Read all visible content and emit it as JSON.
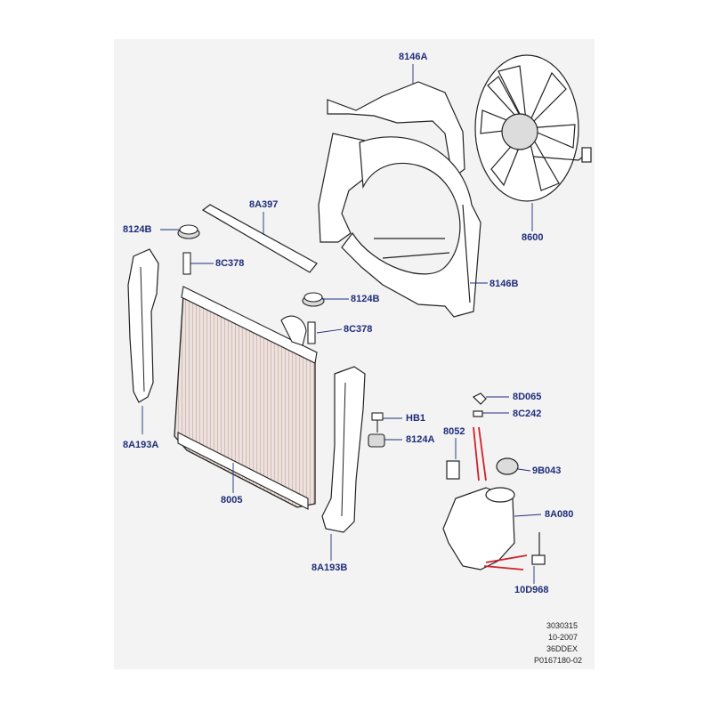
{
  "diagram": {
    "callouts": {
      "c8146A_top": "8146A",
      "c8146B": "8146B",
      "c8600": "8600",
      "c8A397": "8A397",
      "c8124B_left": "8124B",
      "c8C378_left": "8C378",
      "c8124B_mid": "8124B",
      "c8C378_mid": "8C378",
      "cHB1": "HB1",
      "c8124A": "8124A",
      "c8A193A": "8A193A",
      "c8005": "8005",
      "c8A193B": "8A193B",
      "c8D065": "8D065",
      "c8C242": "8C242",
      "c8052": "8052",
      "c9B043": "9B043",
      "c8A080": "8A080",
      "c10D968": "10D968"
    },
    "footer": {
      "line1": "3030315",
      "line2": "10-2007",
      "line3": "36DDEX",
      "line4": "P0167180-02"
    },
    "colors": {
      "callout_text": "#1f2d7a",
      "leader_line": "#1f2d7a",
      "hose_highlight": "#d0202a",
      "panel_bg": "#f3f3f3"
    }
  }
}
